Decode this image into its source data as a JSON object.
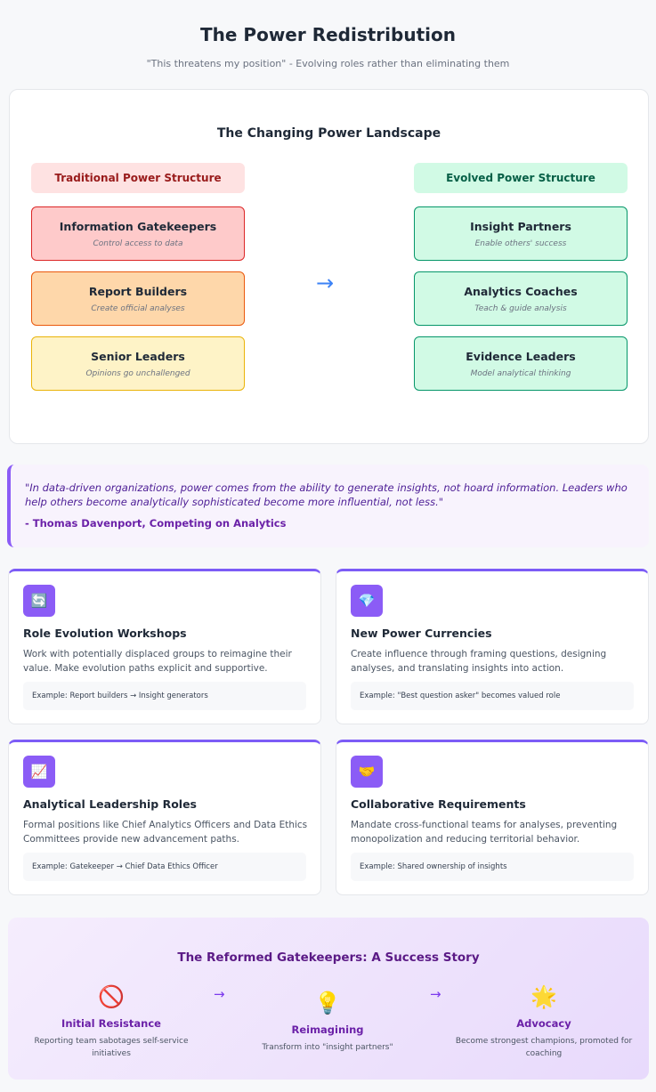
{
  "header": {
    "title": "The Power Redistribution",
    "subtitle": "\"This threatens my position\" - Evolving roles rather than eliminating them"
  },
  "landscape": {
    "title": "The Changing Power Landscape",
    "arrow": "→",
    "traditional": {
      "heading": "Traditional Power Structure",
      "items": [
        {
          "name": "Information Gatekeepers",
          "desc": "Control access to data"
        },
        {
          "name": "Report Builders",
          "desc": "Create official analyses"
        },
        {
          "name": "Senior Leaders",
          "desc": "Opinions go unchallenged"
        }
      ]
    },
    "evolved": {
      "heading": "Evolved Power Structure",
      "items": [
        {
          "name": "Insight Partners",
          "desc": "Enable others' success"
        },
        {
          "name": "Analytics Coaches",
          "desc": "Teach & guide analysis"
        },
        {
          "name": "Evidence Leaders",
          "desc": "Model analytical thinking"
        }
      ]
    }
  },
  "quote": {
    "text": "\"In data-driven organizations, power comes from the ability to generate insights, not hoard information. Leaders who help others become analytically sophisticated become more influential, not less.\"",
    "author": "- Thomas Davenport, Competing on Analytics"
  },
  "cards": [
    {
      "icon": "🔄",
      "icon_name": "refresh-icon",
      "title": "Role Evolution Workshops",
      "desc": "Work with potentially displaced groups to reimagine their value. Make evolution paths explicit and supportive.",
      "example": "Example: Report builders → Insight generators"
    },
    {
      "icon": "💎",
      "icon_name": "gem-icon",
      "title": "New Power Currencies",
      "desc": "Create influence through framing questions, designing analyses, and translating insights into action.",
      "example": "Example: \"Best question asker\" becomes valued role"
    },
    {
      "icon": "📈",
      "icon_name": "chart-increasing-icon",
      "title": "Analytical Leadership Roles",
      "desc": "Formal positions like Chief Analytics Officers and Data Ethics Committees provide new advancement paths.",
      "example": "Example: Gatekeeper → Chief Data Ethics Officer"
    },
    {
      "icon": "🤝",
      "icon_name": "handshake-icon",
      "title": "Collaborative Requirements",
      "desc": "Mandate cross-functional teams for analyses, preventing monopolization and reducing territorial behavior.",
      "example": "Example: Shared ownership of insights"
    }
  ],
  "story": {
    "title": "The Reformed Gatekeepers: A Success Story",
    "arrow": "→",
    "steps": [
      {
        "icon": "🚫",
        "icon_name": "prohibited-icon",
        "name": "Initial Resistance",
        "desc": "Reporting team sabotages self-service initiatives"
      },
      {
        "icon": "💡",
        "icon_name": "lightbulb-icon",
        "name": "Reimagining",
        "desc": "Transform into \"insight partners\""
      },
      {
        "icon": "🌟",
        "icon_name": "star-icon",
        "name": "Advocacy",
        "desc": "Become strongest champions, promoted for coaching"
      }
    ]
  },
  "colors": {
    "accent": "#8b5cf6",
    "traditional_red": "#fecaca",
    "traditional_orange": "#fed7aa",
    "traditional_yellow": "#fef3c7",
    "evolved_green": "#d1fae5"
  }
}
